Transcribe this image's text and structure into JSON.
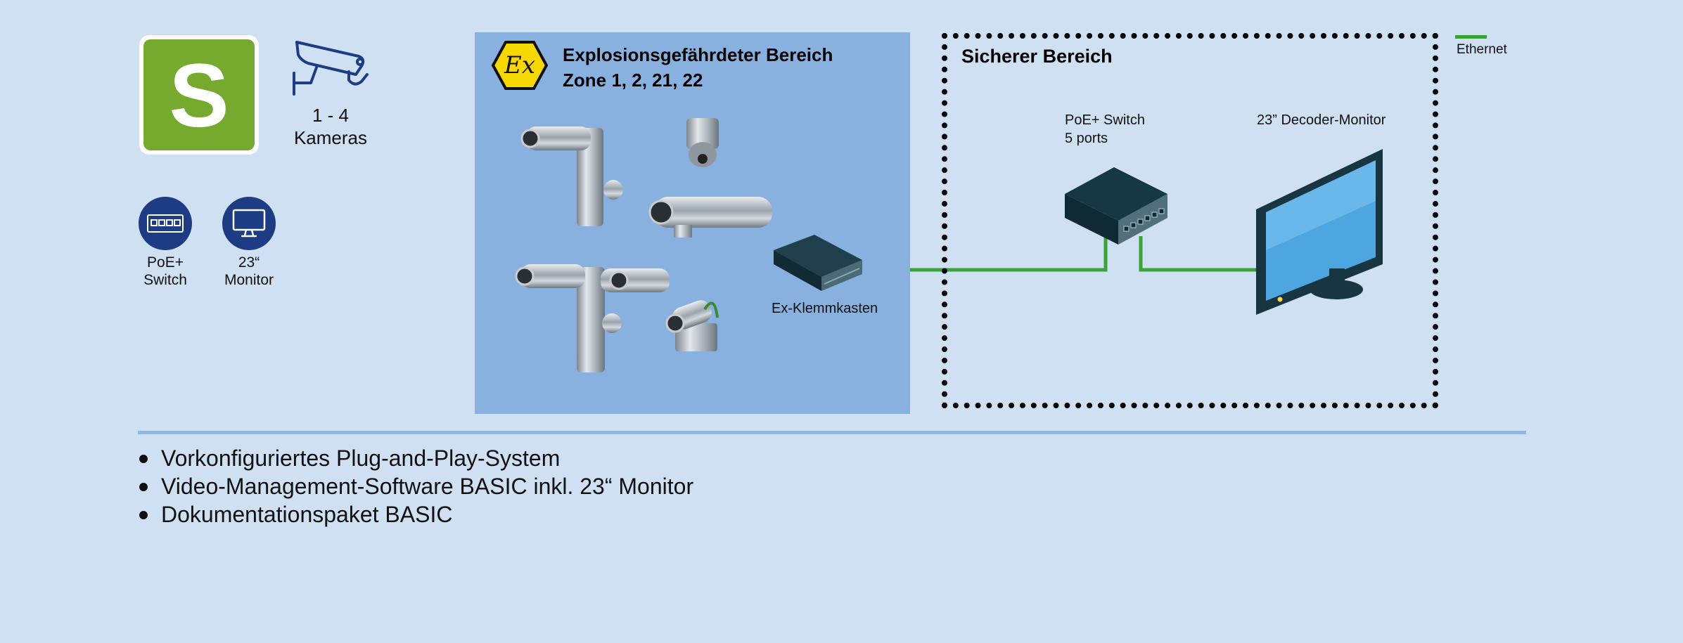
{
  "package": {
    "letter": "S"
  },
  "camera_count": {
    "range": "1 - 4",
    "label": "Kameras"
  },
  "components": [
    {
      "icon": "switch-icon",
      "label_line1": "PoE+",
      "label_line2": "Switch"
    },
    {
      "icon": "monitor-icon",
      "label_line1": "23“",
      "label_line2": "Monitor"
    }
  ],
  "ex_zone": {
    "title_line1": "Explosionsgefährdeter Bereich",
    "title_line2": "Zone 1, 2, 21, 22",
    "junction_box_label": "Ex-Klemmkasten",
    "badge_text": "Ex"
  },
  "safe_zone": {
    "title": "Sicherer Bereich",
    "switch_label_line1": "PoE+ Switch",
    "switch_label_line2": "5 ports",
    "monitor_label": "23” Decoder-Monitor"
  },
  "legend": {
    "label": "Ethernet",
    "color": "#3aa335"
  },
  "features": [
    "Vorkonfiguriertes Plug-and-Play-System",
    "Video-Management-Software BASIC inkl. 23“ Monitor",
    "Dokumentationspaket BASIC"
  ],
  "colors": {
    "background": "#cfe0f3",
    "package_green": "#76aa2f",
    "icon_navy": "#1d3c84",
    "ex_zone": "#89b1df",
    "ex_yellow": "#f6d800"
  }
}
